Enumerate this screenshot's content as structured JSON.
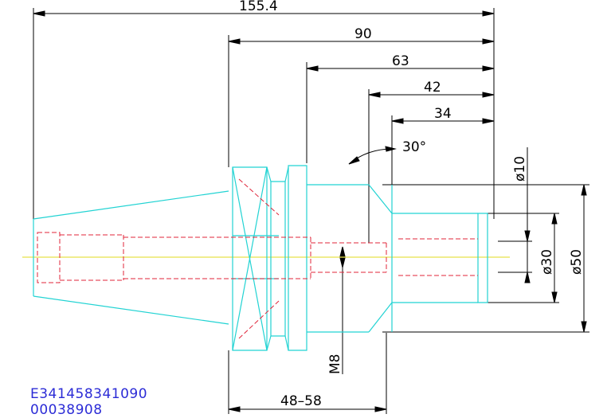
{
  "dimensions": {
    "overall": "155.4",
    "d90": "90",
    "d63": "63",
    "d42": "42",
    "d34": "34",
    "angle": "30°",
    "dia10": "ø10",
    "dia30": "ø30",
    "dia50": "ø50",
    "thread": "M8",
    "range": "48–58"
  },
  "codes": {
    "line1": "E341458341090",
    "line2": "00038908"
  },
  "colors": {
    "outline": "#22d3d3",
    "hidden": "#e0253a",
    "centerline": "#e6e24a",
    "dimension": "#000000",
    "code": "#2b2bd6"
  }
}
